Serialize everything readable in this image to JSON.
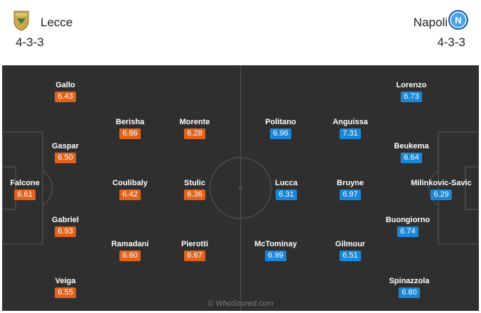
{
  "home": {
    "name": "Lecce",
    "formation": "4-3-3",
    "crest": "lecce-crest-icon",
    "color": "#e2621c",
    "players": [
      {
        "name": "Gallo",
        "rating": "6.43"
      },
      {
        "name": "Gaspar",
        "rating": "6.50"
      },
      {
        "name": "Falcone",
        "rating": "6.61"
      },
      {
        "name": "Gabriel",
        "rating": "6.93"
      },
      {
        "name": "Veiga",
        "rating": "6.55"
      },
      {
        "name": "Berisha",
        "rating": "6.86"
      },
      {
        "name": "Coulibaly",
        "rating": "6.42"
      },
      {
        "name": "Ramadani",
        "rating": "6.60"
      },
      {
        "name": "Morente",
        "rating": "6.28"
      },
      {
        "name": "Stulic",
        "rating": "6.36"
      },
      {
        "name": "Pierotti",
        "rating": "6.67"
      }
    ]
  },
  "away": {
    "name": "Napoli",
    "formation": "4-3-3",
    "crest": "napoli-crest-icon",
    "color": "#1a86d8",
    "players": [
      {
        "name": "Politano",
        "rating": "6.96"
      },
      {
        "name": "Lucca",
        "rating": "6.31"
      },
      {
        "name": "McTominay",
        "rating": "6.99"
      },
      {
        "name": "Anguissa",
        "rating": "7.31"
      },
      {
        "name": "Bruyne",
        "rating": "6.97"
      },
      {
        "name": "Gilmour",
        "rating": "6.51"
      },
      {
        "name": "Lorenzo",
        "rating": "6.73"
      },
      {
        "name": "Beukema",
        "rating": "6.64"
      },
      {
        "name": "Buongiorno",
        "rating": "6.74"
      },
      {
        "name": "Spinazzola",
        "rating": "6.80"
      },
      {
        "name": "Milinkovic-Savic",
        "rating": "6.29"
      }
    ]
  },
  "watermark": "© WhoScored.com"
}
